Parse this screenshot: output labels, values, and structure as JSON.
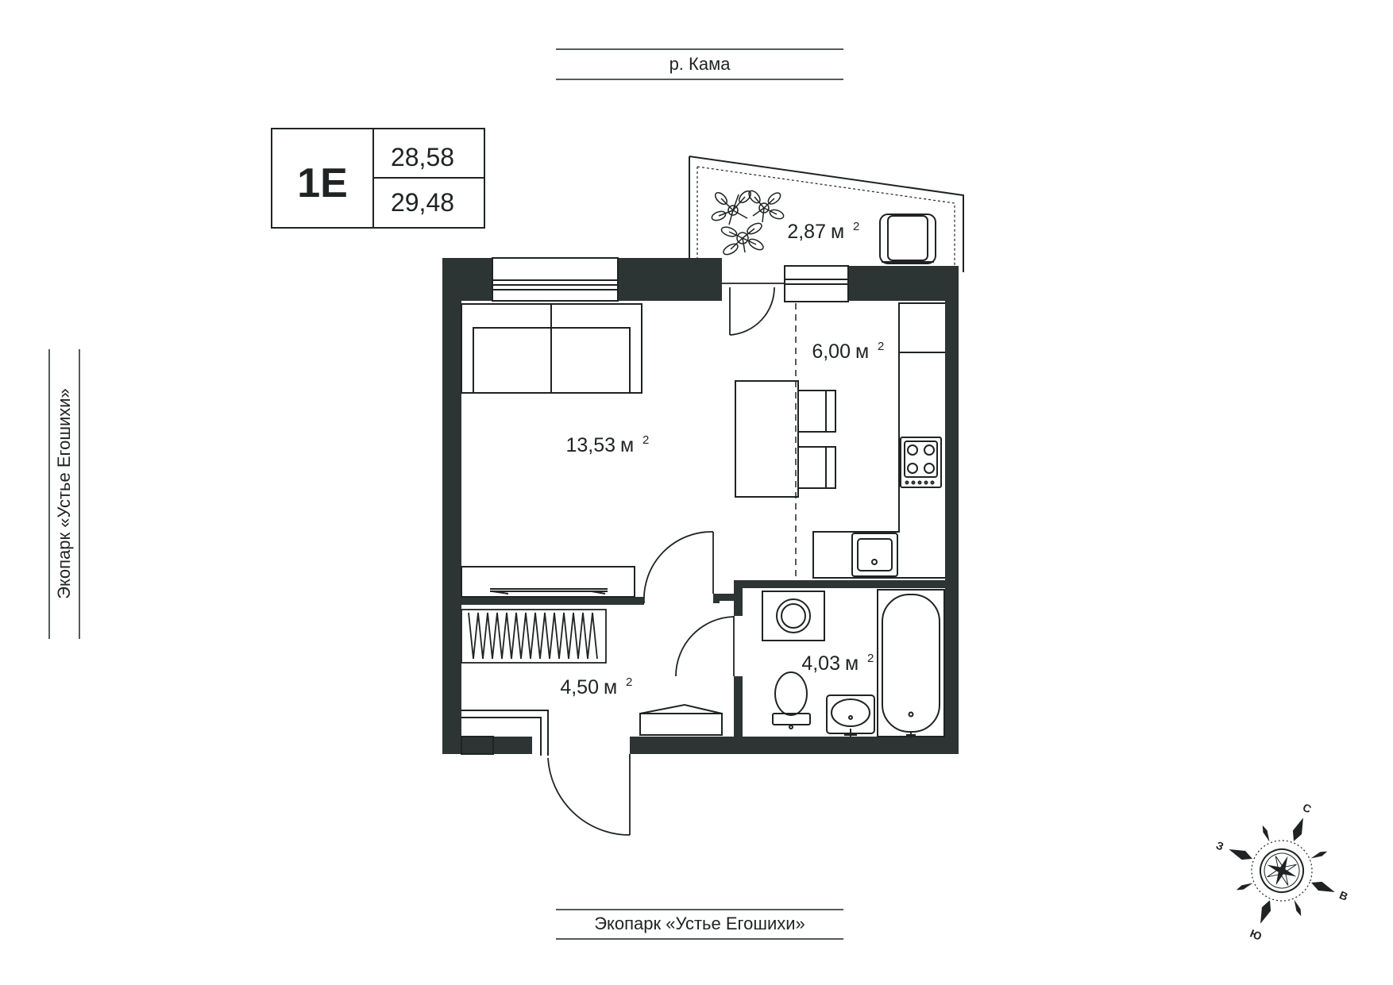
{
  "top_label": "р. Кама",
  "bottom_label": "Экопарк «Устье Егошихи»",
  "side_label": "Экопарк «Устье Егошихи»",
  "unit": {
    "code": "1Е",
    "area_living": "28,58",
    "area_total": "29,48"
  },
  "rooms": {
    "balcony": {
      "area": "2,87",
      "unit": "м",
      "sup": "2"
    },
    "kitchen": {
      "area": "6,00",
      "unit": "м",
      "sup": "2"
    },
    "living": {
      "area": "13,53",
      "unit": "м",
      "sup": "2"
    },
    "hall": {
      "area": "4,50",
      "unit": "м",
      "sup": "2"
    },
    "bath": {
      "area": "4,03",
      "unit": "м",
      "sup": "2"
    }
  },
  "compass": {
    "north": "С",
    "east": "В",
    "south": "Ю",
    "west": "З"
  },
  "colors": {
    "wall": "#2d3434",
    "line": "#1f2323",
    "background": "#ffffff"
  }
}
